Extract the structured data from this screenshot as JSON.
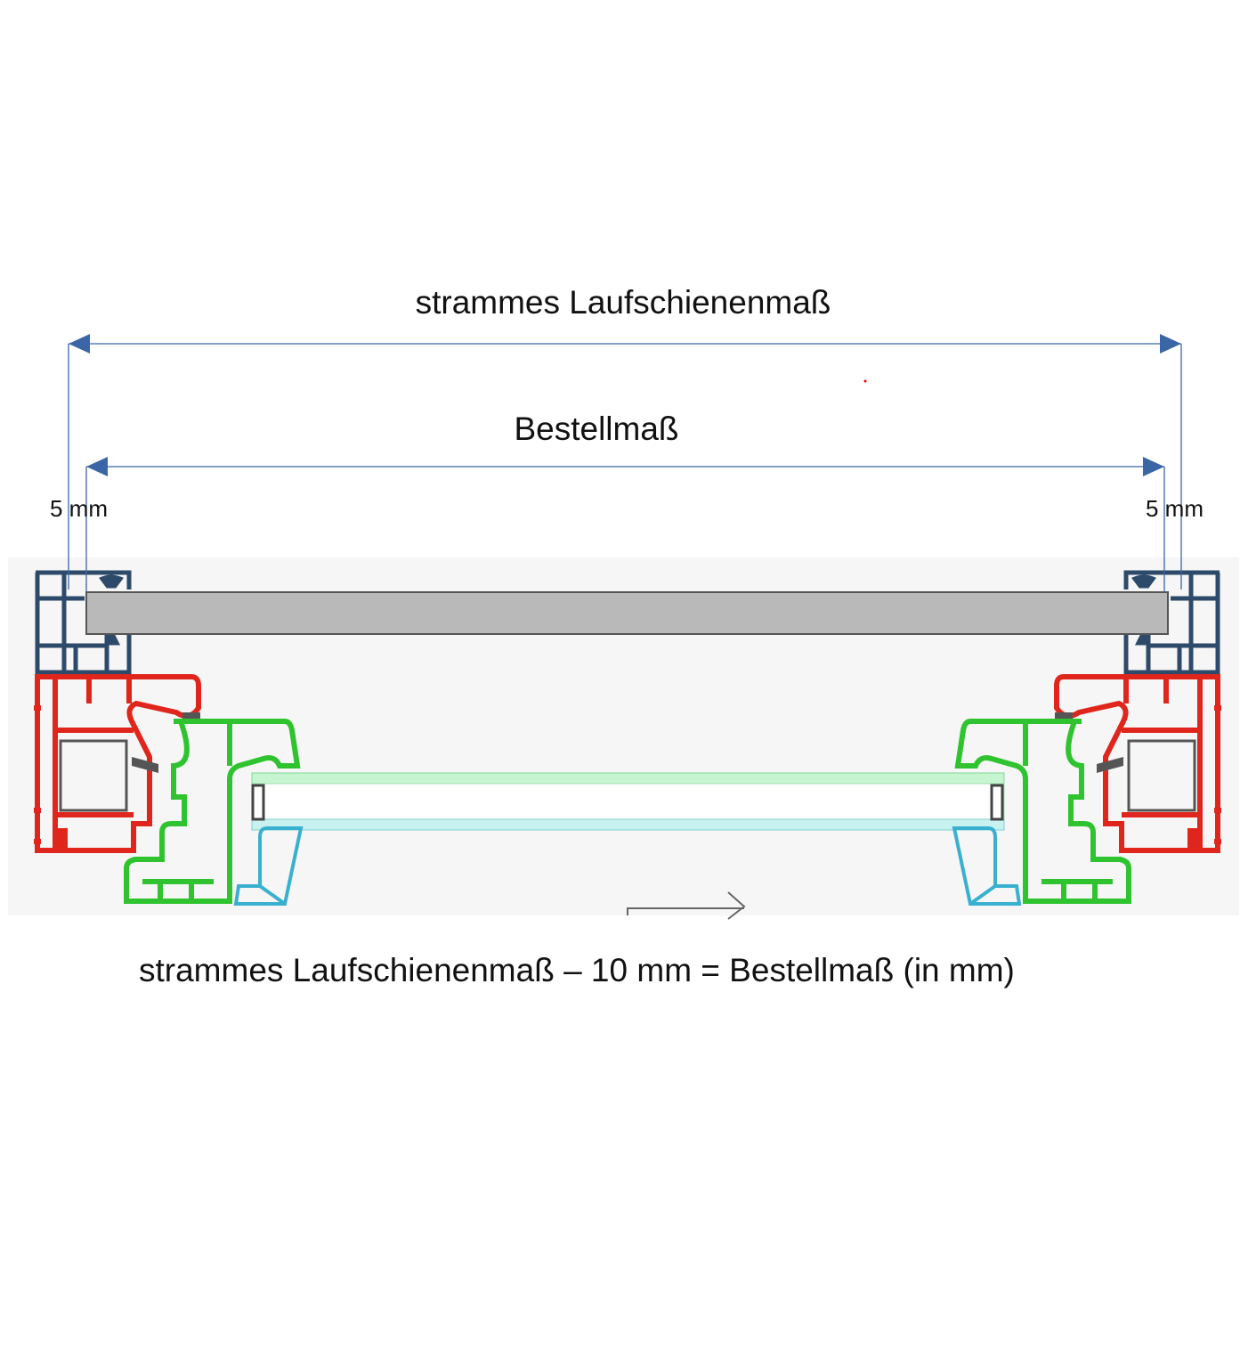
{
  "labels": {
    "outer_dimension": "strammes Laufschienenmaß",
    "inner_dimension": "Bestellmaß",
    "offset_left": "5 mm",
    "offset_right": "5 mm",
    "formula": "strammes Laufschienenmaß – 10 mm = Bestellmaß (in mm)"
  },
  "colors": {
    "dimension_line": "#3b66a6",
    "rail_frame": "#2e4a6b",
    "window_frame": "#e0261c",
    "sash": "#2fc42f",
    "glass": "#b8f0c8",
    "glazing_bead": "#3ab0d0",
    "panel": "#b9b9b9"
  }
}
